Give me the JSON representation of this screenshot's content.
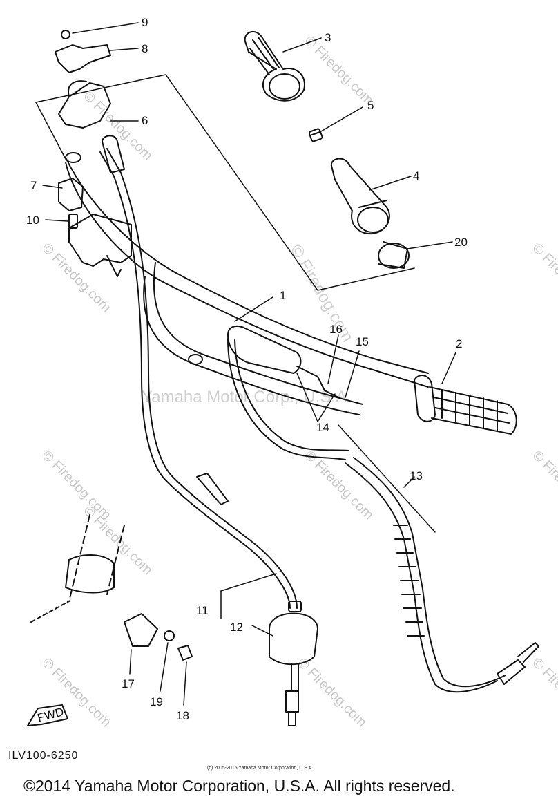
{
  "diagram": {
    "code_label": "ILV100-6250",
    "fwd_label": "FWD",
    "part_numbers": [
      "1",
      "2",
      "3",
      "4",
      "5",
      "6",
      "7",
      "8",
      "9",
      "10",
      "11",
      "12",
      "13",
      "14",
      "15",
      "16",
      "17",
      "18",
      "19",
      "20"
    ]
  },
  "watermarks": {
    "site": "© Firedog.com",
    "manufacturer": "Yamaha Motor Corp., U.S.A."
  },
  "footer": {
    "small_copyright": "(c) 2005-2015 Yamaha Motor Corporation, U.S.A.",
    "copyright": "©2014 Yamaha Motor Corporation, U.S.A. All rights reserved."
  },
  "colors": {
    "line": "#111111",
    "watermark": "#c8c8c8",
    "background": "#ffffff"
  }
}
